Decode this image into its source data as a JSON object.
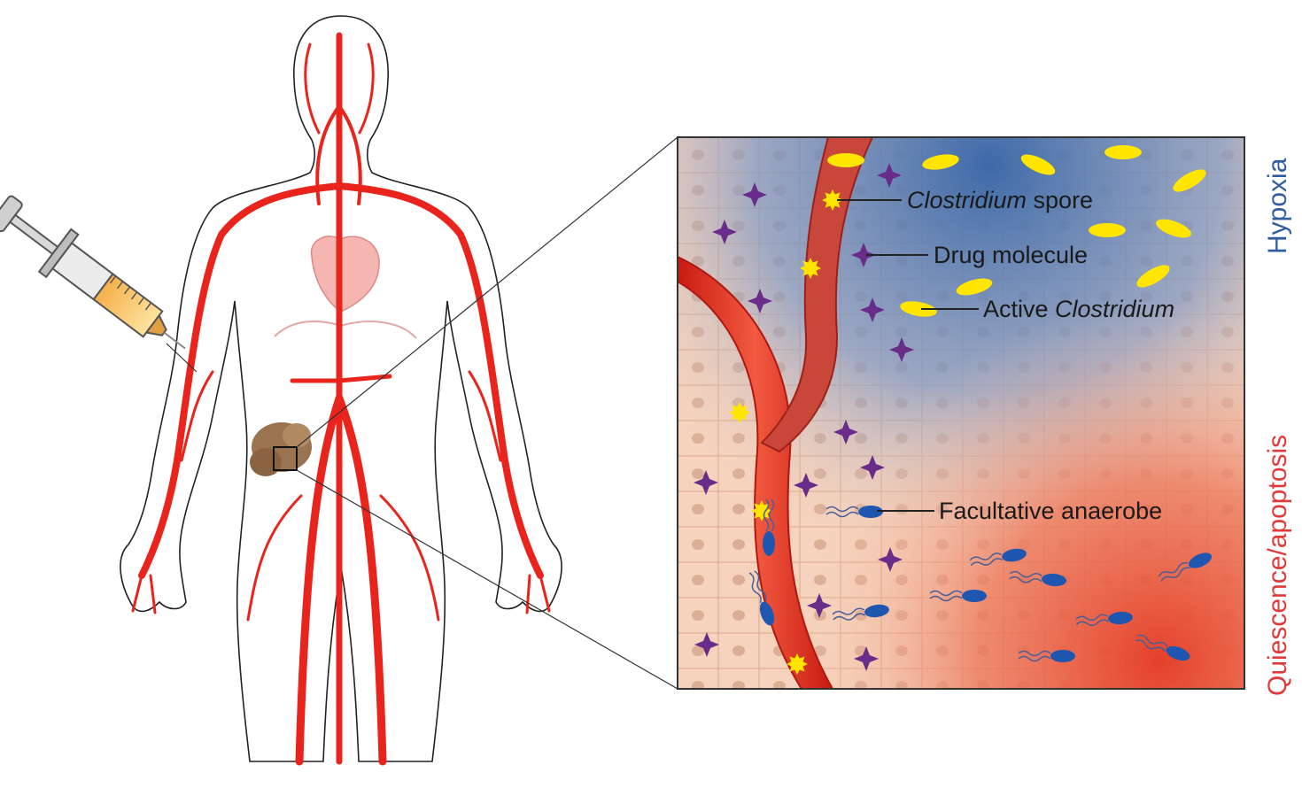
{
  "labels": {
    "spore_italic": "Clostridium",
    "spore_rest": " spore",
    "drug": "Drug molecule",
    "active_prefix": "Active ",
    "active_italic": "Clostridium",
    "facultative": "Facultative anaerobe"
  },
  "side_labels": {
    "hypoxia": "Hypoxia",
    "quiescence": "Quiescence/apoptosis"
  },
  "colors": {
    "artery": "#e8241c",
    "hypoxia_blue": "#2f5d9e",
    "quiescence_red": "#e03a3a",
    "drug_purple": "#6a2c8a",
    "spore_yellow": "#ffe500",
    "bacteria_blue": "#1f57b0",
    "tissue": "#f6d3bd"
  },
  "icons": {
    "syringe": "syringe-icon",
    "tumor": "tumor-icon"
  }
}
